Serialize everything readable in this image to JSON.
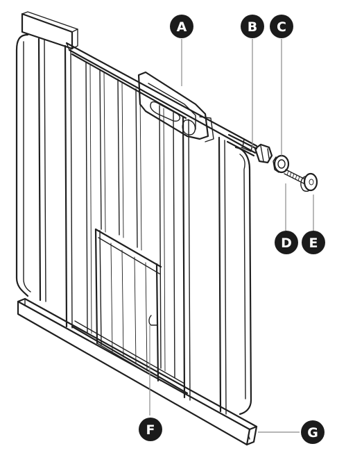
{
  "callouts": [
    {
      "id": "A",
      "label": "A"
    },
    {
      "id": "B",
      "label": "B"
    },
    {
      "id": "C",
      "label": "C"
    },
    {
      "id": "D",
      "label": "D"
    },
    {
      "id": "E",
      "label": "E"
    },
    {
      "id": "F",
      "label": "F"
    },
    {
      "id": "G",
      "label": "G"
    }
  ],
  "colors": {
    "line": "#1f1f1f",
    "callout": "#1b1b1b",
    "leader": "#8a8a8a"
  }
}
